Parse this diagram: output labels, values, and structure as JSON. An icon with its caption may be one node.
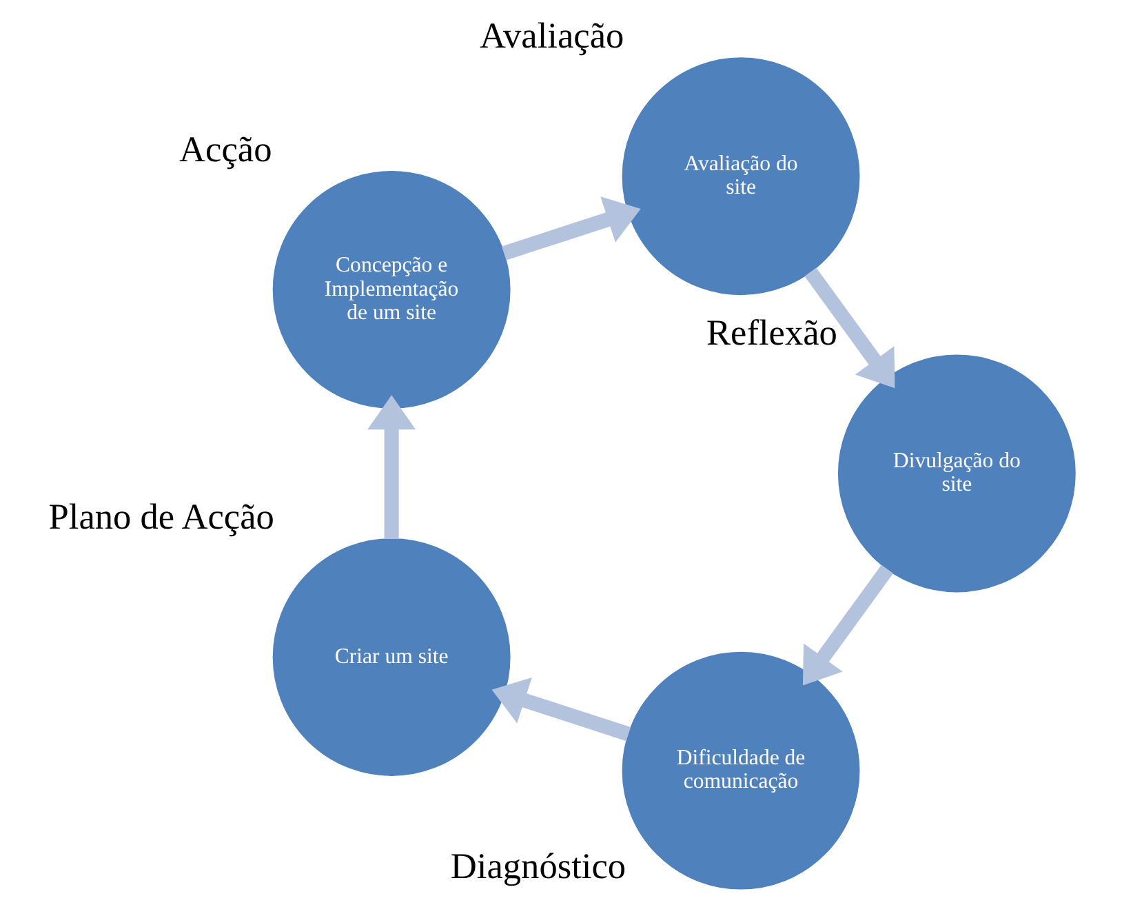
{
  "diagram": {
    "nodes": [
      {
        "text": [
          "Diagnóstico",
          "Dificuldade de comunicação"
        ]
      },
      {
        "text": [
          "Plano de Acção",
          "Criar um site"
        ]
      },
      {
        "text": [
          "Acção",
          "Concepção e Implementação de um site"
        ]
      },
      {
        "text": [
          "Avaliação",
          "Avaliação do site"
        ]
      },
      {
        "text": [
          "Reflexão",
          "Divulgação do site"
        ]
      }
    ],
    "edges": [
      {
        "from": 0,
        "to": 1,
        "arrow": "to"
      },
      {
        "from": 1,
        "to": 2,
        "arrow": "to"
      },
      {
        "from": 2,
        "to": 3,
        "arrow": "to"
      },
      {
        "from": 3,
        "to": 4,
        "arrow": "to"
      },
      {
        "from": 4,
        "to": 0,
        "arrow": "to"
      }
    ]
  }
}
